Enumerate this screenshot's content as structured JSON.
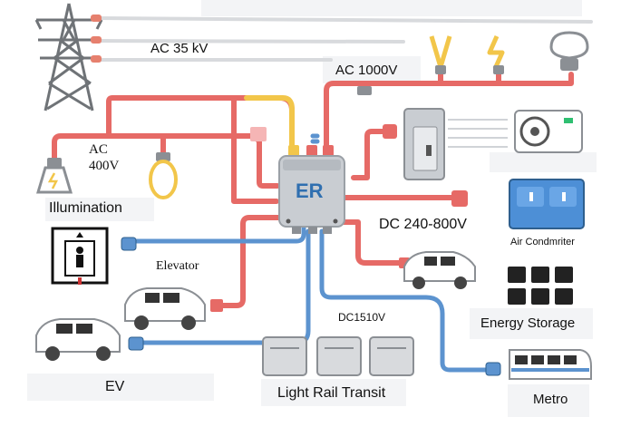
{
  "labels": {
    "ac35": "AC 35 kV",
    "ac1000": "AC 1000V",
    "ac400": "AC\n400V",
    "illumination": "Illumination",
    "er": "ER",
    "dc240": "DC 240-800V",
    "air": "Air Condmriter",
    "elevator": "Elevator",
    "energy": "Energy Storage",
    "dc1510": "DC1510V",
    "ev": "EV",
    "lrt": "Light Rail Transit",
    "metro": "Metro"
  },
  "colors": {
    "ac_line": "#e66a66",
    "ac_high": "#f2c64a",
    "dc_line": "#5c93cf",
    "pylon": "#6f7377",
    "device_gray": "#c9cdd2",
    "er_blue": "#2f6fb0",
    "battery_blue": "#4d8fd6"
  }
}
